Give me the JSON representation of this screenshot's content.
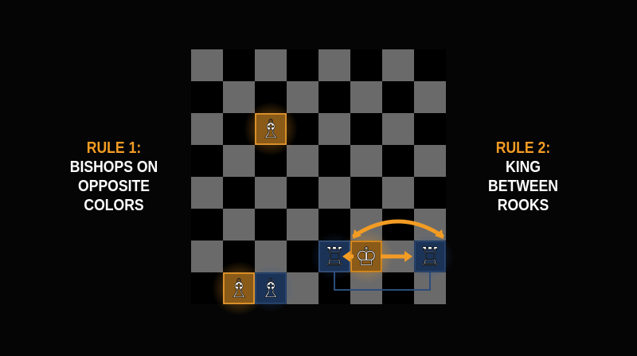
{
  "rules": [
    {
      "title": "RULE 1:",
      "lines": [
        "BISHOPS ON",
        "OPPOSITE",
        "COLORS"
      ]
    },
    {
      "title": "RULE 2:",
      "lines": [
        "KING",
        "BETWEEN",
        "ROOKS"
      ]
    }
  ],
  "board": {
    "files": 8,
    "ranks": 8,
    "pieces": [
      {
        "name": "bishop-light-square",
        "glyph": "♗",
        "file": 3,
        "rank": 6,
        "highlight": "orange"
      },
      {
        "name": "bishop-dark-square-a",
        "glyph": "♗",
        "file": 2,
        "rank": 1,
        "highlight": "orange"
      },
      {
        "name": "bishop-dark-square-b",
        "glyph": "♗",
        "file": 3,
        "rank": 1,
        "highlight": "blue"
      },
      {
        "name": "rook-left",
        "glyph": "♖",
        "file": 5,
        "rank": 2,
        "highlight": "blue"
      },
      {
        "name": "king",
        "glyph": "♔",
        "file": 6,
        "rank": 2,
        "highlight": "orange"
      },
      {
        "name": "rook-right",
        "glyph": "♖",
        "file": 8,
        "rank": 2,
        "highlight": "blue"
      }
    ]
  },
  "colors": {
    "accent": "#f39c24",
    "blue_highlight": "#1b3357",
    "light_square": "#6a6a6a",
    "dark_square": "#000000",
    "text": "#ffffff"
  }
}
